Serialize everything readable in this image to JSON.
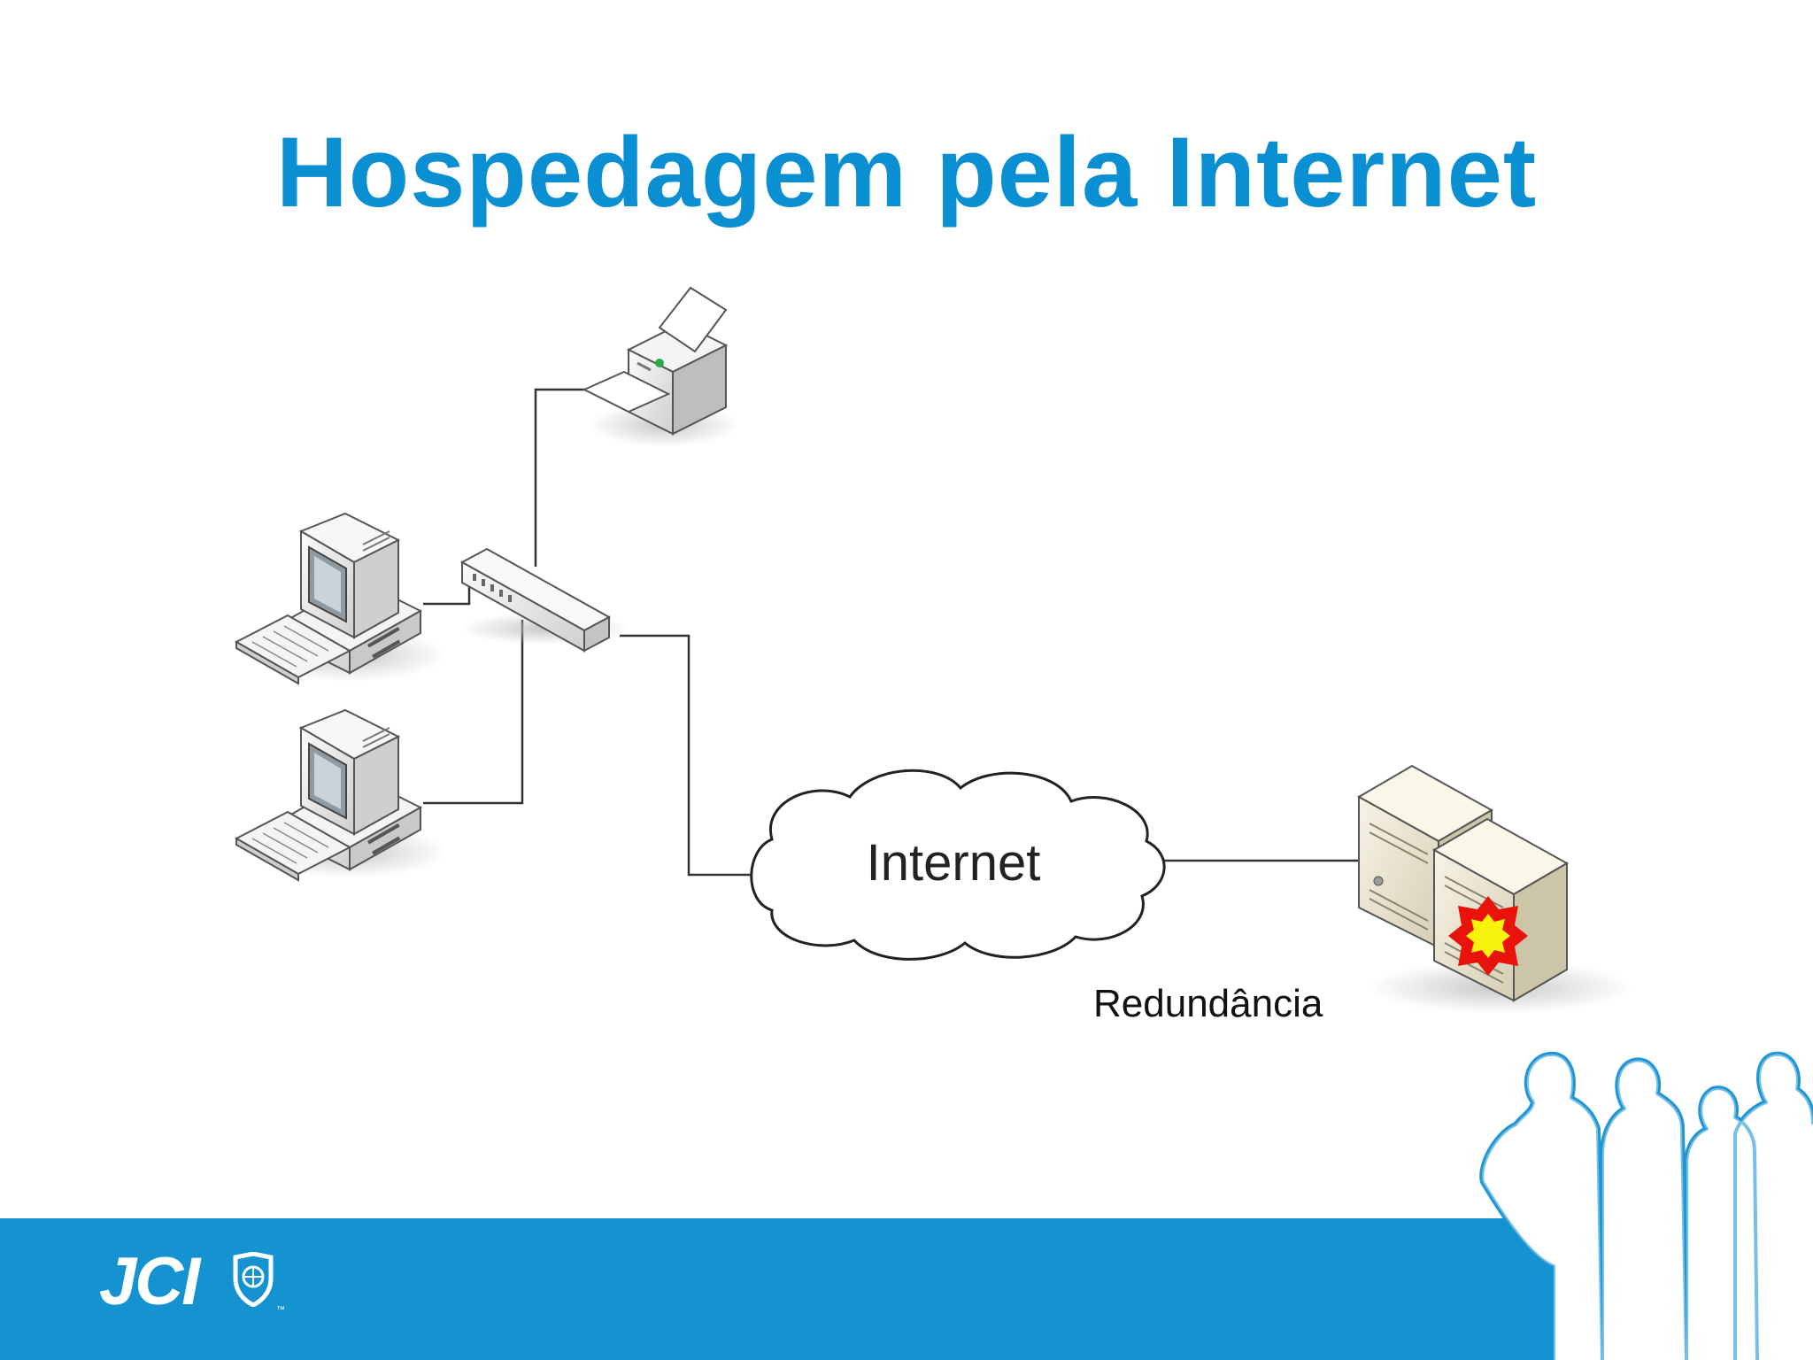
{
  "slide": {
    "title": "Hospedagem pela Internet"
  },
  "diagram": {
    "nodes": [
      {
        "id": "printer",
        "icon": "printer-icon"
      },
      {
        "id": "switch",
        "icon": "network-switch-icon"
      },
      {
        "id": "workstation-1",
        "icon": "desktop-computer-icon"
      },
      {
        "id": "workstation-2",
        "icon": "desktop-computer-icon"
      },
      {
        "id": "internet",
        "icon": "cloud-icon",
        "label": "Internet"
      },
      {
        "id": "servers",
        "icon": "server-tower-icon",
        "label": "Redundância"
      }
    ],
    "links": [
      [
        "switch",
        "printer"
      ],
      [
        "switch",
        "workstation-1"
      ],
      [
        "switch",
        "workstation-2"
      ],
      [
        "switch",
        "internet"
      ],
      [
        "internet",
        "servers"
      ]
    ],
    "fault_marker": "star-burst-icon"
  },
  "footer": {
    "logo_text": "JCI",
    "logo_mark": "shield-icon",
    "trademark": "™"
  },
  "colors": {
    "title": "#0A8FD3",
    "footer_bar": "#1592D0",
    "line": "#333333",
    "burst_outer": "#E8140C",
    "burst_inner": "#F5F20C",
    "people_outline": "#2096D4"
  }
}
